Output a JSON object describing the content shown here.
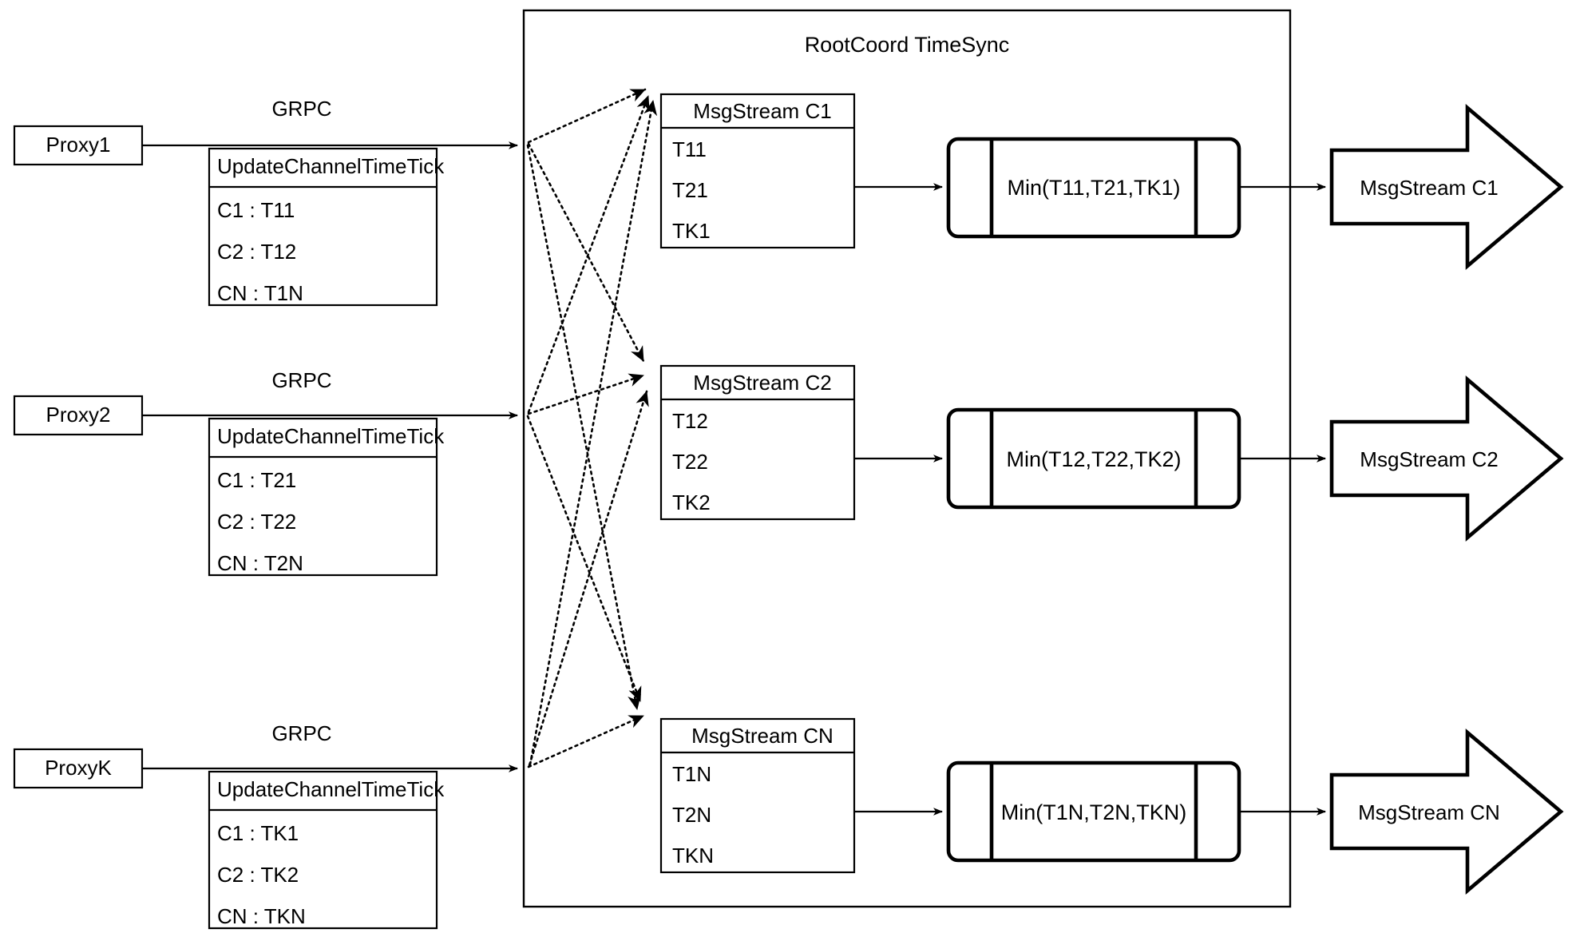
{
  "diagram": {
    "title": "RootCoord TimeSync",
    "container_label": "RootCoord TimeSync",
    "protocol_label": "GRPC",
    "request_label": "UpdateChannelTimeTick"
  },
  "proxies": [
    {
      "name": "Proxy1",
      "link_label": "GRPC",
      "request": "UpdateChannelTimeTick",
      "entries": [
        "C1 :  T11",
        "C2 :  T12",
        "CN : T1N"
      ]
    },
    {
      "name": "Proxy2",
      "link_label": "GRPC",
      "request": "UpdateChannelTimeTick",
      "entries": [
        "C1 :  T21",
        "C2 :  T22",
        "CN : T2N"
      ]
    },
    {
      "name": "ProxyK",
      "link_label": "GRPC",
      "request": "UpdateChannelTimeTick",
      "entries": [
        "C1 :  TK1",
        "C2 :  TK2",
        "CN : TKN"
      ]
    }
  ],
  "channels": [
    {
      "stream_title": "MsgStream C1",
      "ticks": [
        "T11",
        "T21",
        "TK1"
      ],
      "min_label": "Min(T11,T21,TK1)",
      "output_label": "MsgStream C1"
    },
    {
      "stream_title": "MsgStream C2",
      "ticks": [
        "T12",
        "T22",
        "TK2"
      ],
      "min_label": "Min(T12,T22,TK2)",
      "output_label": "MsgStream C2"
    },
    {
      "stream_title": "MsgStream CN",
      "ticks": [
        "T1N",
        "T2N",
        "TKN"
      ],
      "min_label": "Min(T1N,T2N,TKN)",
      "output_label": "MsgStream CN"
    }
  ],
  "colors": {
    "stroke": "#000000",
    "background": "#ffffff",
    "text": "#000000"
  }
}
